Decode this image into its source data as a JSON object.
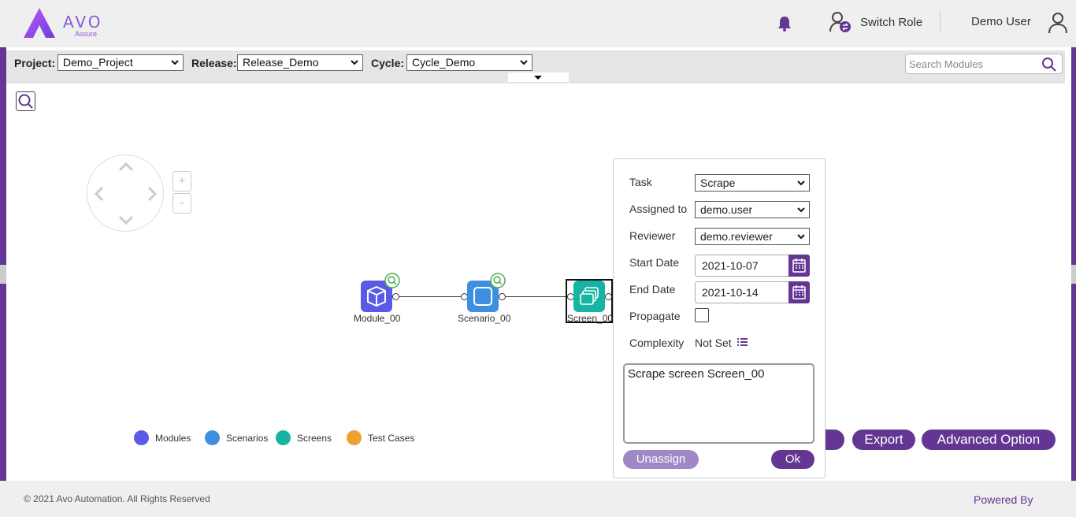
{
  "header": {
    "logo_text": "AVO",
    "logo_sub": "Assure",
    "switch_role": "Switch Role",
    "user_name": "Demo User"
  },
  "toolbar": {
    "project_label": "Project:",
    "project_value": "Demo_Project",
    "release_label": "Release:",
    "release_value": "Release_Demo",
    "cycle_label": "Cycle:",
    "cycle_value": "Cycle_Demo",
    "search_placeholder": "Search Modules"
  },
  "canvas": {
    "zoom_in": "+",
    "zoom_out": "-",
    "nodes": [
      {
        "label": "Module_00",
        "color": "#5a5ae6"
      },
      {
        "label": "Scenario_00",
        "color": "#3f8fe0"
      },
      {
        "label": "Screen_00",
        "color": "#17b3a3"
      }
    ]
  },
  "legend": [
    {
      "label": "Modules",
      "color": "#5a5ae6"
    },
    {
      "label": "Scenarios",
      "color": "#3f8fe0"
    },
    {
      "label": "Screens",
      "color": "#17b3a3"
    },
    {
      "label": "Test Cases",
      "color": "#f0a030"
    }
  ],
  "actions": {
    "export": "Export",
    "advanced": "Advanced Option"
  },
  "task_popup": {
    "task_label": "Task",
    "task_value": "Scrape",
    "assigned_label": "Assigned to",
    "assigned_value": "demo.user",
    "reviewer_label": "Reviewer",
    "reviewer_value": "demo.reviewer",
    "start_label": "Start Date",
    "start_value": "2021-10-07",
    "end_label": "End Date",
    "end_value": "2021-10-14",
    "propagate_label": "Propagate",
    "complexity_label": "Complexity",
    "complexity_value": "Not Set",
    "details": "Scrape screen Screen_00",
    "unassign": "Unassign",
    "ok": "Ok"
  },
  "footer": {
    "copyright": "© 2021 Avo Automation. All Rights Reserved",
    "powered_by": "Powered By"
  },
  "colors": {
    "brand": "#643693"
  }
}
